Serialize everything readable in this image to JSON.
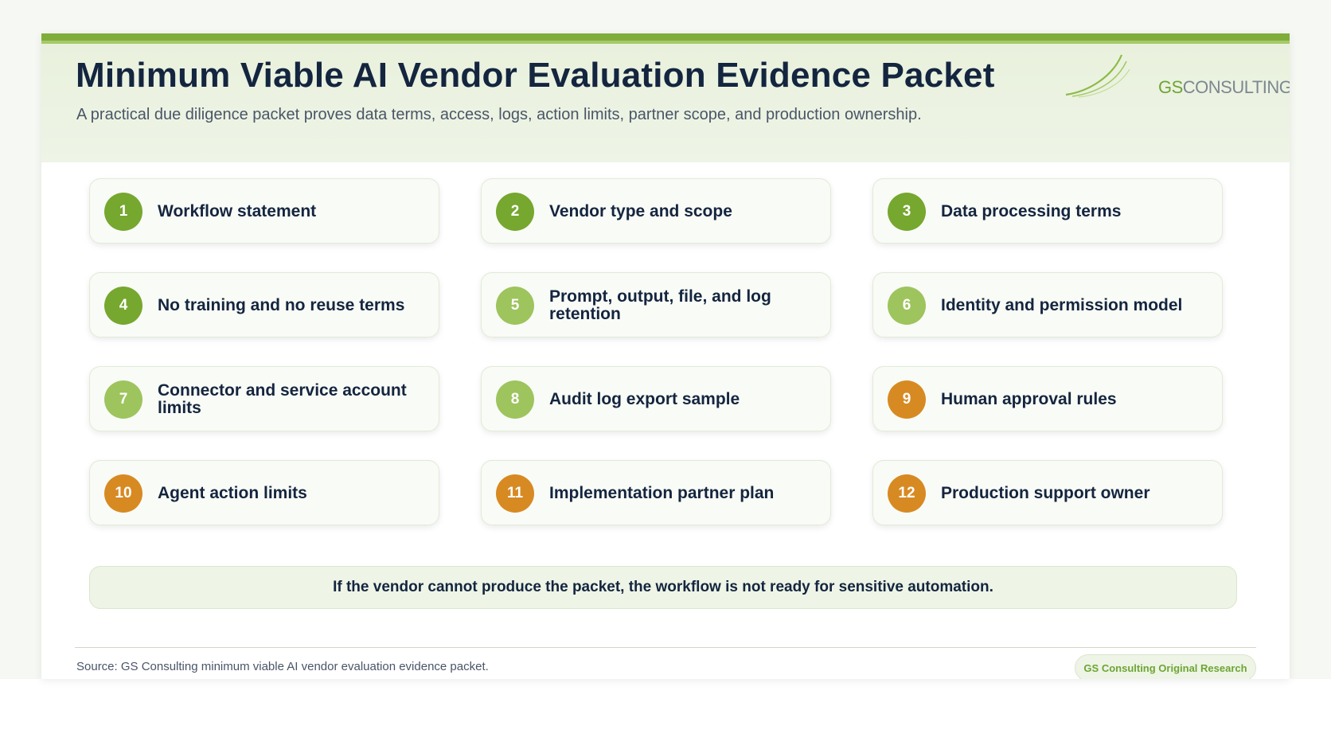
{
  "header": {
    "title": "Minimum Viable AI Vendor Evaluation Evidence Packet",
    "subtitle": "A practical due diligence packet proves data terms, access, logs, action limits, partner scope, and production ownership."
  },
  "logo": {
    "gs": "GS",
    "rest": "CONSULTING"
  },
  "colors": {
    "accent": "#7fad3a",
    "badge_dark_green": "#76a72f",
    "badge_light_green": "#9ec45e",
    "badge_orange": "#d78a22",
    "title_text": "#14253f"
  },
  "items": [
    {
      "number": "1",
      "label": "Workflow statement",
      "color": "#76a72f"
    },
    {
      "number": "2",
      "label": "Vendor type and scope",
      "color": "#76a72f"
    },
    {
      "number": "3",
      "label": "Data processing terms",
      "color": "#76a72f"
    },
    {
      "number": "4",
      "label": "No training and no reuse terms",
      "color": "#76a72f"
    },
    {
      "number": "5",
      "label": "Prompt, output, file, and log retention",
      "color": "#9ec45e"
    },
    {
      "number": "6",
      "label": "Identity and permission model",
      "color": "#9ec45e"
    },
    {
      "number": "7",
      "label": "Connector and service account limits",
      "color": "#9ec45e"
    },
    {
      "number": "8",
      "label": "Audit log export sample",
      "color": "#9ec45e"
    },
    {
      "number": "9",
      "label": "Human approval rules",
      "color": "#d78a22"
    },
    {
      "number": "10",
      "label": "Agent action limits",
      "color": "#d78a22"
    },
    {
      "number": "11",
      "label": "Implementation partner plan",
      "color": "#d78a22"
    },
    {
      "number": "12",
      "label": "Production support owner",
      "color": "#d78a22"
    }
  ],
  "callout": "If the vendor cannot produce the packet, the workflow is not ready for sensitive automation.",
  "footer": {
    "source": "Source: GS Consulting minimum viable AI vendor evaluation evidence packet.",
    "badge": "GS Consulting Original Research"
  }
}
